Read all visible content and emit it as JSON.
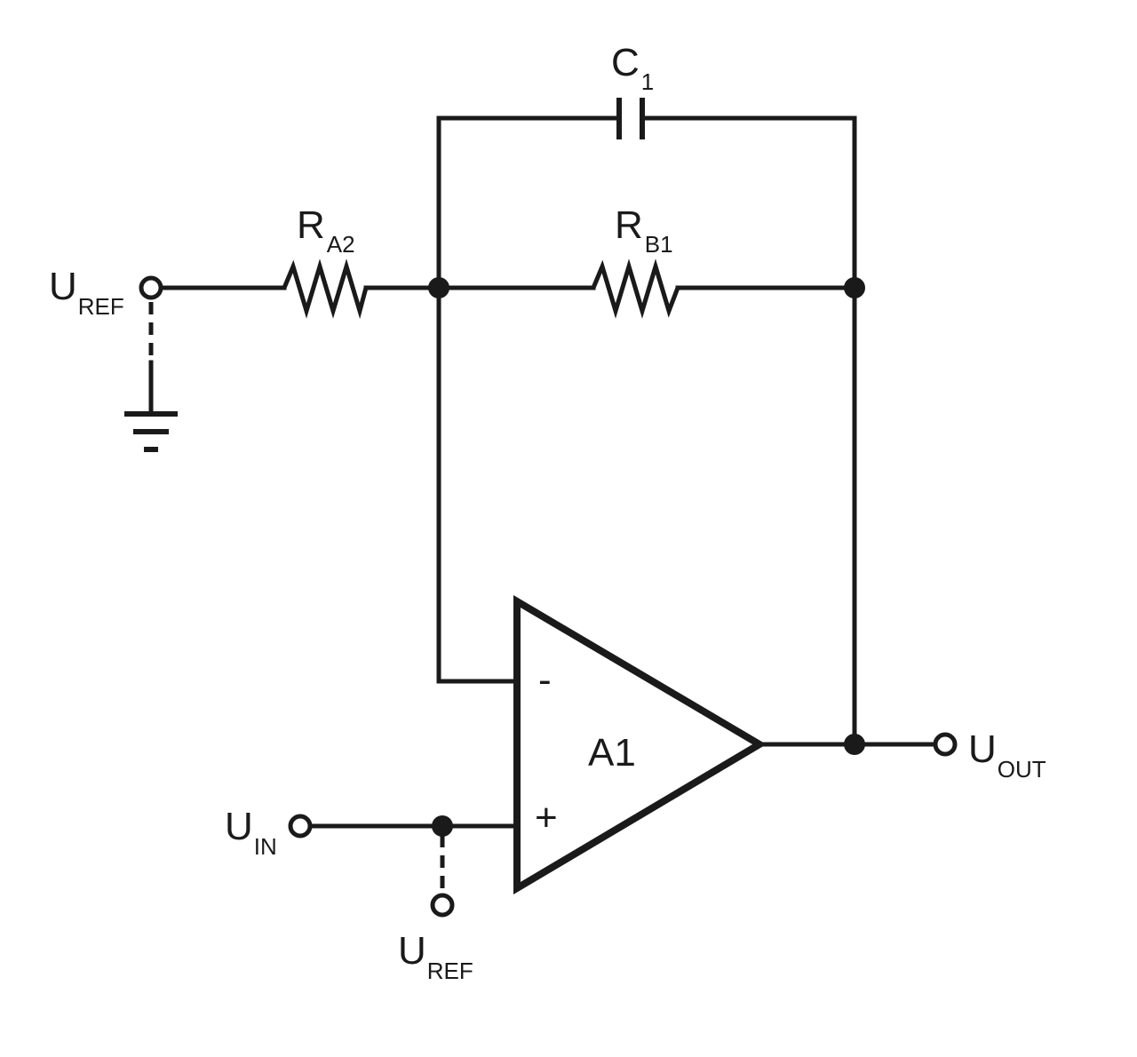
{
  "components": {
    "capacitor": {
      "label": "C",
      "sub": "1"
    },
    "resistor_a2": {
      "label": "R",
      "sub": "A2"
    },
    "resistor_b1": {
      "label": "R",
      "sub": "B1"
    },
    "opamp": {
      "name": "A1",
      "inverting_sign": "-",
      "noninverting_sign": "+"
    }
  },
  "terminals": {
    "uref_left": {
      "label": "U",
      "sub": "REF"
    },
    "uin": {
      "label": "U",
      "sub": "IN"
    },
    "uref_bottom": {
      "label": "U",
      "sub": "REF"
    },
    "uout": {
      "label": "U",
      "sub": "OUT"
    }
  }
}
